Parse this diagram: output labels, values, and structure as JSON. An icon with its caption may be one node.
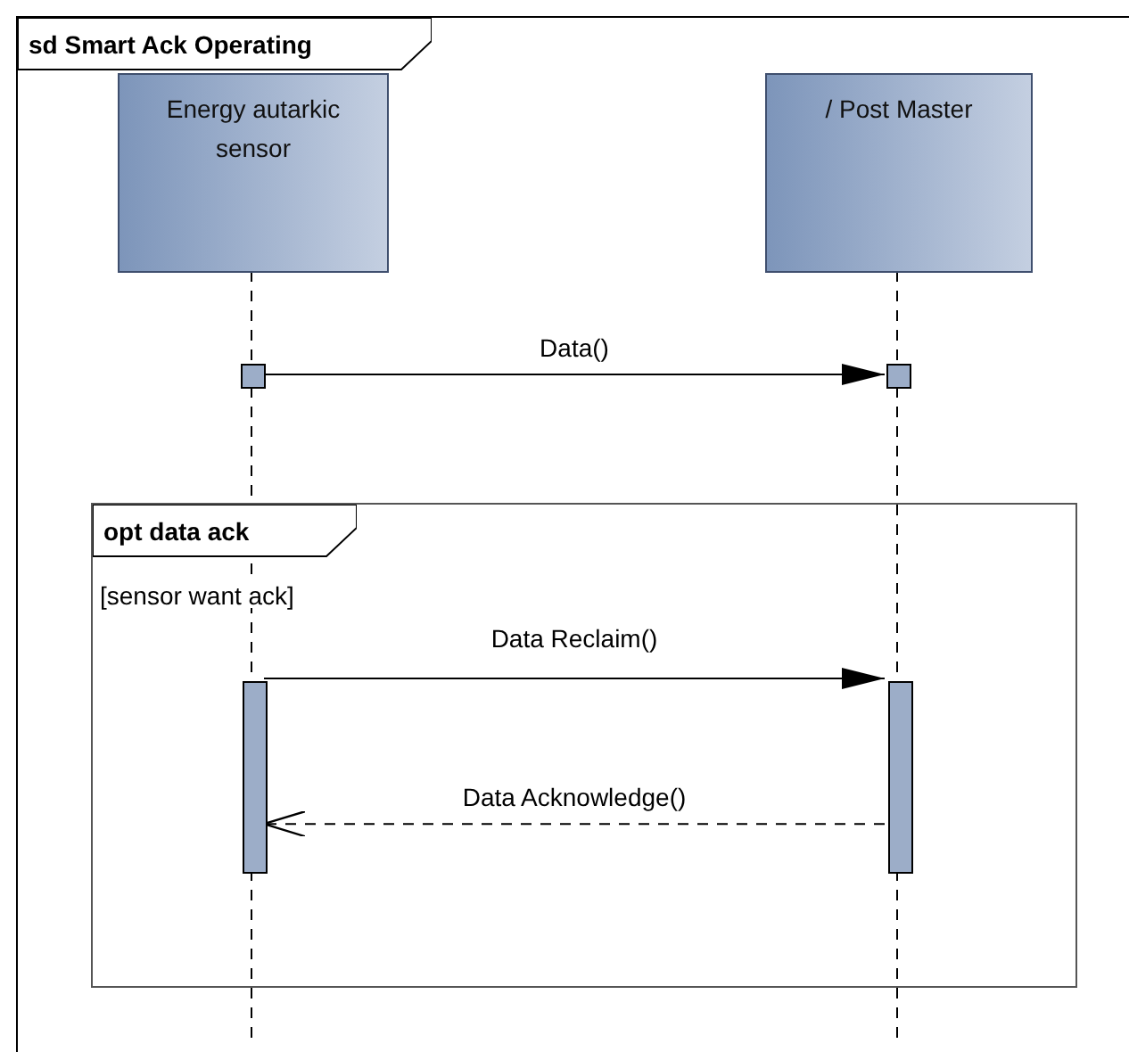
{
  "diagram": {
    "nodes": [
      {
        "text": [
          "sd Smart Ack Operating"
        ]
      },
      {
        "text": [
          "Energy autarkic sensor"
        ],
        "in": 0
      },
      {
        "text": [
          "/ Post Master"
        ],
        "in": 0
      },
      {
        "text": [],
        "shape": "bar",
        "in": 0
      },
      {
        "text": [],
        "shape": "bar",
        "in": 0
      },
      {
        "text": [
          "opt data ack",
          "[sensor want ack]"
        ],
        "in": 0
      },
      {
        "text": [],
        "shape": "bar",
        "in": 5
      },
      {
        "text": [],
        "shape": "bar",
        "in": 5
      }
    ],
    "edges": [
      {
        "from": 3,
        "to": 4,
        "arrow": "to",
        "label": "Data()"
      },
      {
        "from": 6,
        "to": 7,
        "arrow": "to",
        "label": "Data Reclaim()"
      },
      {
        "from": 7,
        "to": 6,
        "arrow": "to",
        "label": "Data Acknowledge()",
        "style": "dashed"
      },
      {
        "from": 1,
        "to": 3,
        "arrow": "none",
        "style": "dashed"
      },
      {
        "from": 3,
        "to": 6,
        "arrow": "none",
        "style": "dashed"
      },
      {
        "from": 6,
        "to": null,
        "arrow": "none",
        "style": "dashed"
      },
      {
        "from": 2,
        "to": 4,
        "arrow": "none",
        "style": "dashed"
      },
      {
        "from": 4,
        "to": 7,
        "arrow": "none",
        "style": "dashed"
      },
      {
        "from": 7,
        "to": null,
        "arrow": "none",
        "style": "dashed"
      }
    ]
  }
}
